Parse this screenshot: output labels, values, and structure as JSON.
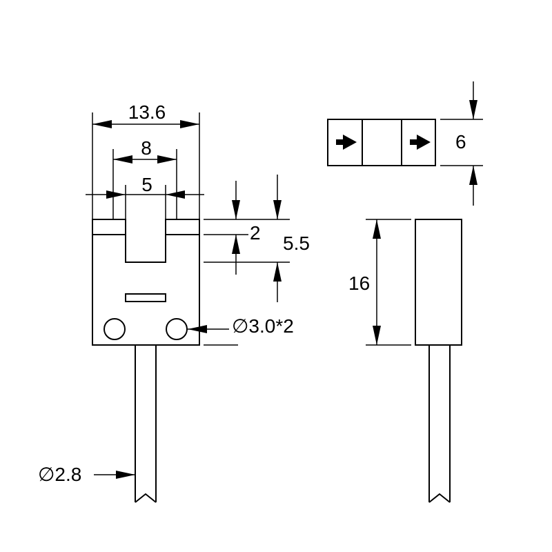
{
  "drawing": {
    "front_view": {
      "width_dim": "13.6",
      "slot_outer_dim": "8",
      "slot_inner_dim": "5",
      "notch_depth_dim": "2",
      "slot_depth_dim": "5.5",
      "hole_callout": "∅3.0*2",
      "cable_callout": "∅2.8"
    },
    "top_view": {
      "thickness_dim": "6"
    },
    "side_view": {
      "height_dim": "16"
    }
  }
}
